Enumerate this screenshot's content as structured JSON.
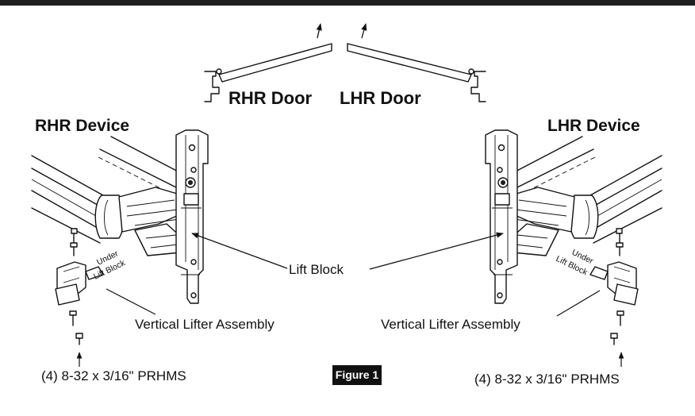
{
  "doors": {
    "rhr_label": "RHR Door",
    "lhr_label": "LHR Door"
  },
  "devices": {
    "rhr_title": "RHR Device",
    "lhr_title": "LHR Device"
  },
  "callouts": {
    "lift_block": "Lift Block",
    "under_lift_block_line1": "Under",
    "under_lift_block_line2": "Lift Block",
    "vertical_lifter_left": "Vertical Lifter Assembly",
    "vertical_lifter_right": "Vertical Lifter Assembly",
    "screws_left": "(4) 8-32 x 3/16\" PRHMS",
    "screws_right": "(4) 8-32 x 3/16\" PRHMS"
  },
  "figure_label": "Figure 1",
  "colors": {
    "ink": "#111111",
    "header_bar": "#1e1e1e",
    "figure_tag_bg": "#111111",
    "figure_tag_text": "#ffffff"
  }
}
